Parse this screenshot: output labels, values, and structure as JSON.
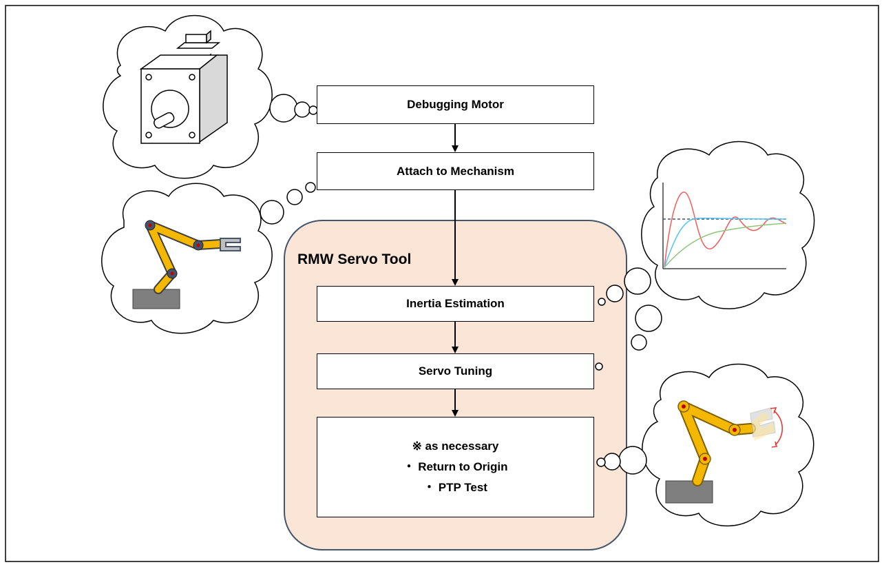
{
  "diagram": {
    "steps": [
      {
        "label": "Debugging Motor"
      },
      {
        "label": "Attach to Mechanism"
      },
      {
        "label": "Inertia Estimation"
      },
      {
        "label": "Servo Tuning"
      }
    ],
    "tool_group": {
      "title": "RMW Servo Tool",
      "fill_color": "#fbe5d6",
      "border_color": "#44546a"
    },
    "optional_box": {
      "heading": "※ as necessary",
      "items": [
        "・ Return to Origin",
        "・ PTP Test"
      ]
    },
    "thought_bubbles": [
      {
        "icon": "servo-motor-icon"
      },
      {
        "icon": "robot-arm-icon"
      },
      {
        "icon": "step-response-graph-icon"
      },
      {
        "icon": "moving-robot-arm-icon"
      }
    ],
    "colors": {
      "arm_yellow": "#f5b800",
      "base_gray": "#7f7f7f",
      "response_red": "#f45b5b",
      "response_cyan": "#4fc3f7",
      "response_green": "#8fc47a"
    }
  }
}
